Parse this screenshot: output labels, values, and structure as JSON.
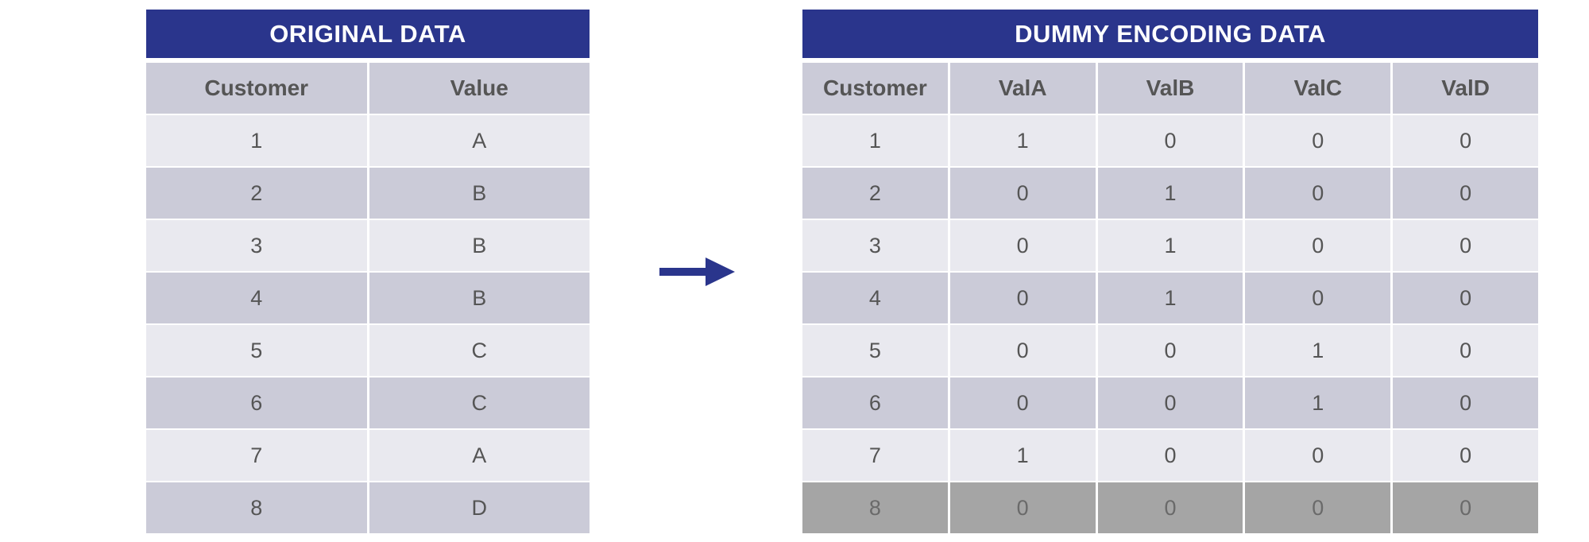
{
  "original": {
    "title": "ORIGINAL DATA",
    "headers": [
      "Customer",
      "Value"
    ],
    "rows": [
      [
        "1",
        "A"
      ],
      [
        "2",
        "B"
      ],
      [
        "3",
        "B"
      ],
      [
        "4",
        "B"
      ],
      [
        "5",
        "C"
      ],
      [
        "6",
        "C"
      ],
      [
        "7",
        "A"
      ],
      [
        "8",
        "D"
      ]
    ]
  },
  "dummy": {
    "title": "DUMMY ENCODING DATA",
    "headers": [
      "Customer",
      "ValA",
      "ValB",
      "ValC",
      "ValD"
    ],
    "rows": [
      [
        "1",
        "1",
        "0",
        "0",
        "0"
      ],
      [
        "2",
        "0",
        "1",
        "0",
        "0"
      ],
      [
        "3",
        "0",
        "1",
        "0",
        "0"
      ],
      [
        "4",
        "0",
        "1",
        "0",
        "0"
      ],
      [
        "5",
        "0",
        "0",
        "1",
        "0"
      ],
      [
        "6",
        "0",
        "0",
        "1",
        "0"
      ],
      [
        "7",
        "1",
        "0",
        "0",
        "0"
      ],
      [
        "8",
        "0",
        "0",
        "0",
        "0"
      ]
    ],
    "highlighted_row": 7
  },
  "colors": {
    "title_bg": "#2a358c",
    "arrow": "#2a358c",
    "row_light": "#e9e9ef",
    "row_mid": "#cbcbd8",
    "row_highlight": "#a5a5a5"
  },
  "arrow_icon": "right-arrow-icon"
}
